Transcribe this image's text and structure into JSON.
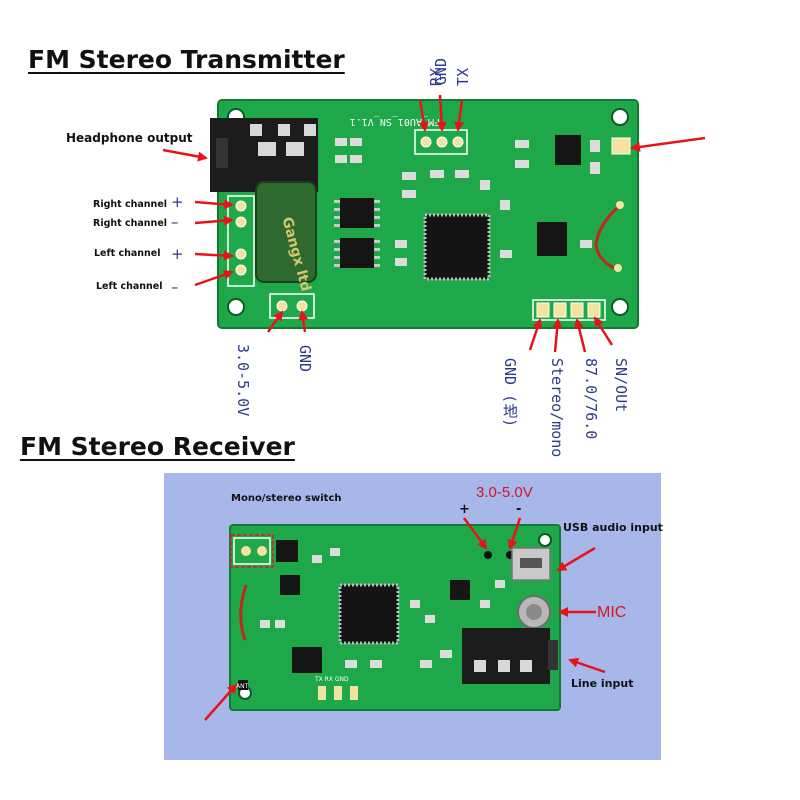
{
  "transmitter": {
    "title": "FM Stereo Transmitter",
    "silk_label": "FM_AU01_SN_V1.1",
    "cap_text": "Gangx ltd",
    "left_labels": {
      "headphone": "Headphone output",
      "right_pos": "Right channel",
      "right_neg": "Right channel",
      "left_pos": "Left channel",
      "left_neg": "Left channel"
    },
    "signs": {
      "plus": "+",
      "minus": "–"
    },
    "top_pins": {
      "rx": "RX",
      "gnd": "GND",
      "tx": "TX"
    },
    "power_pins": {
      "voltage": "3.0-5.0V",
      "gnd": "GND"
    },
    "bottom_pins": {
      "gnd": "GND (地)",
      "stereo": "Stereo/mono",
      "freq": "87.0/76.0",
      "sn": "SN/OUt"
    }
  },
  "receiver": {
    "title": "FM Stereo Receiver",
    "labels": {
      "mono_switch": "Mono/stereo switch",
      "voltage": "3.0-5.0V",
      "plus": "+",
      "minus": "-",
      "usb": "USB audio input",
      "mic": "MIC",
      "line": "Line input",
      "ant": "ANT",
      "pins": "TX RX GND"
    }
  },
  "colors": {
    "pcb": "#1fa84a",
    "pcb_dark": "#127a33",
    "arrow": "#e8121b",
    "panel": "#a7b7e9",
    "label_blue": "#2c3a8a"
  }
}
